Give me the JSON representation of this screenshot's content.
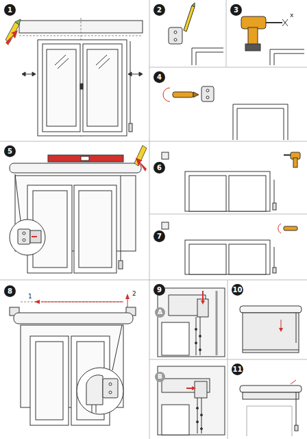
{
  "diagram": {
    "labels": [
      "1",
      "2",
      "3",
      "4",
      "5",
      "6",
      "7",
      "8",
      "9",
      "A",
      "B",
      "10",
      "11",
      "1",
      "2",
      "x"
    ]
  }
}
